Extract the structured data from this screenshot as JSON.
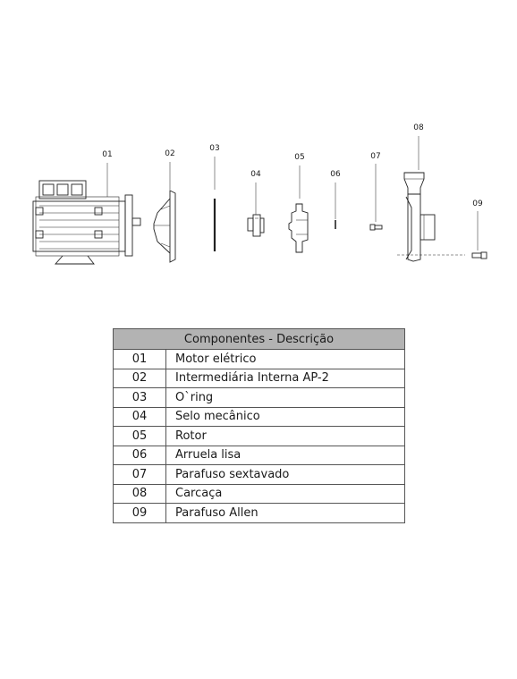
{
  "callouts": [
    "01",
    "02",
    "03",
    "04",
    "05",
    "06",
    "07",
    "08",
    "09"
  ],
  "table": {
    "header": "Componentes - Descrição",
    "rows": [
      {
        "code": "01",
        "desc": "Motor elétrico"
      },
      {
        "code": "02",
        "desc": "Intermediária Interna AP-2"
      },
      {
        "code": "03",
        "desc": "O`ring"
      },
      {
        "code": "04",
        "desc": "Selo mecânico"
      },
      {
        "code": "05",
        "desc": "Rotor"
      },
      {
        "code": "06",
        "desc": "Arruela lisa"
      },
      {
        "code": "07",
        "desc": "Parafuso sextavado"
      },
      {
        "code": "08",
        "desc": "Carcaça"
      },
      {
        "code": "09",
        "desc": "Parafuso Allen"
      }
    ]
  }
}
